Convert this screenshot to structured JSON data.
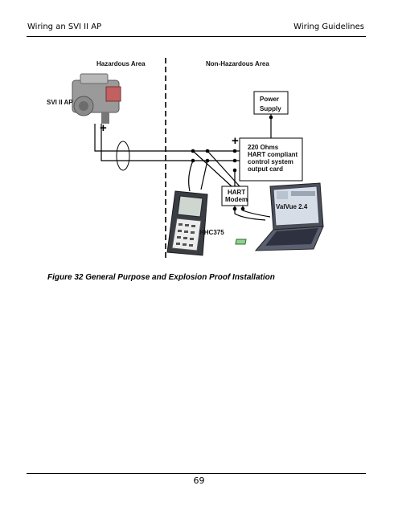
{
  "header": {
    "left": "Wiring an SVI II AP",
    "right": "Wiring Guidelines"
  },
  "diagram": {
    "hazardous_area": "Hazardous Area",
    "non_hazardous_area": "Non-Hazardous Area",
    "svi_label": "SVI II AP",
    "power_supply_line1": "Power",
    "power_supply_line2": "Supply",
    "output_card_line1": "220 Ohms",
    "output_card_line2": "HART compliant",
    "output_card_line3": "control system",
    "output_card_line4": "output card",
    "modem_line1": "HART",
    "modem_line2": "Modem",
    "software_label": "ValVue 2.4",
    "handheld_label": "HHC375",
    "plus_sign": "+"
  },
  "caption": {
    "text": "Figure 32  General Purpose and Explosion Proof Installation"
  },
  "footer": {
    "page_number": "69"
  }
}
